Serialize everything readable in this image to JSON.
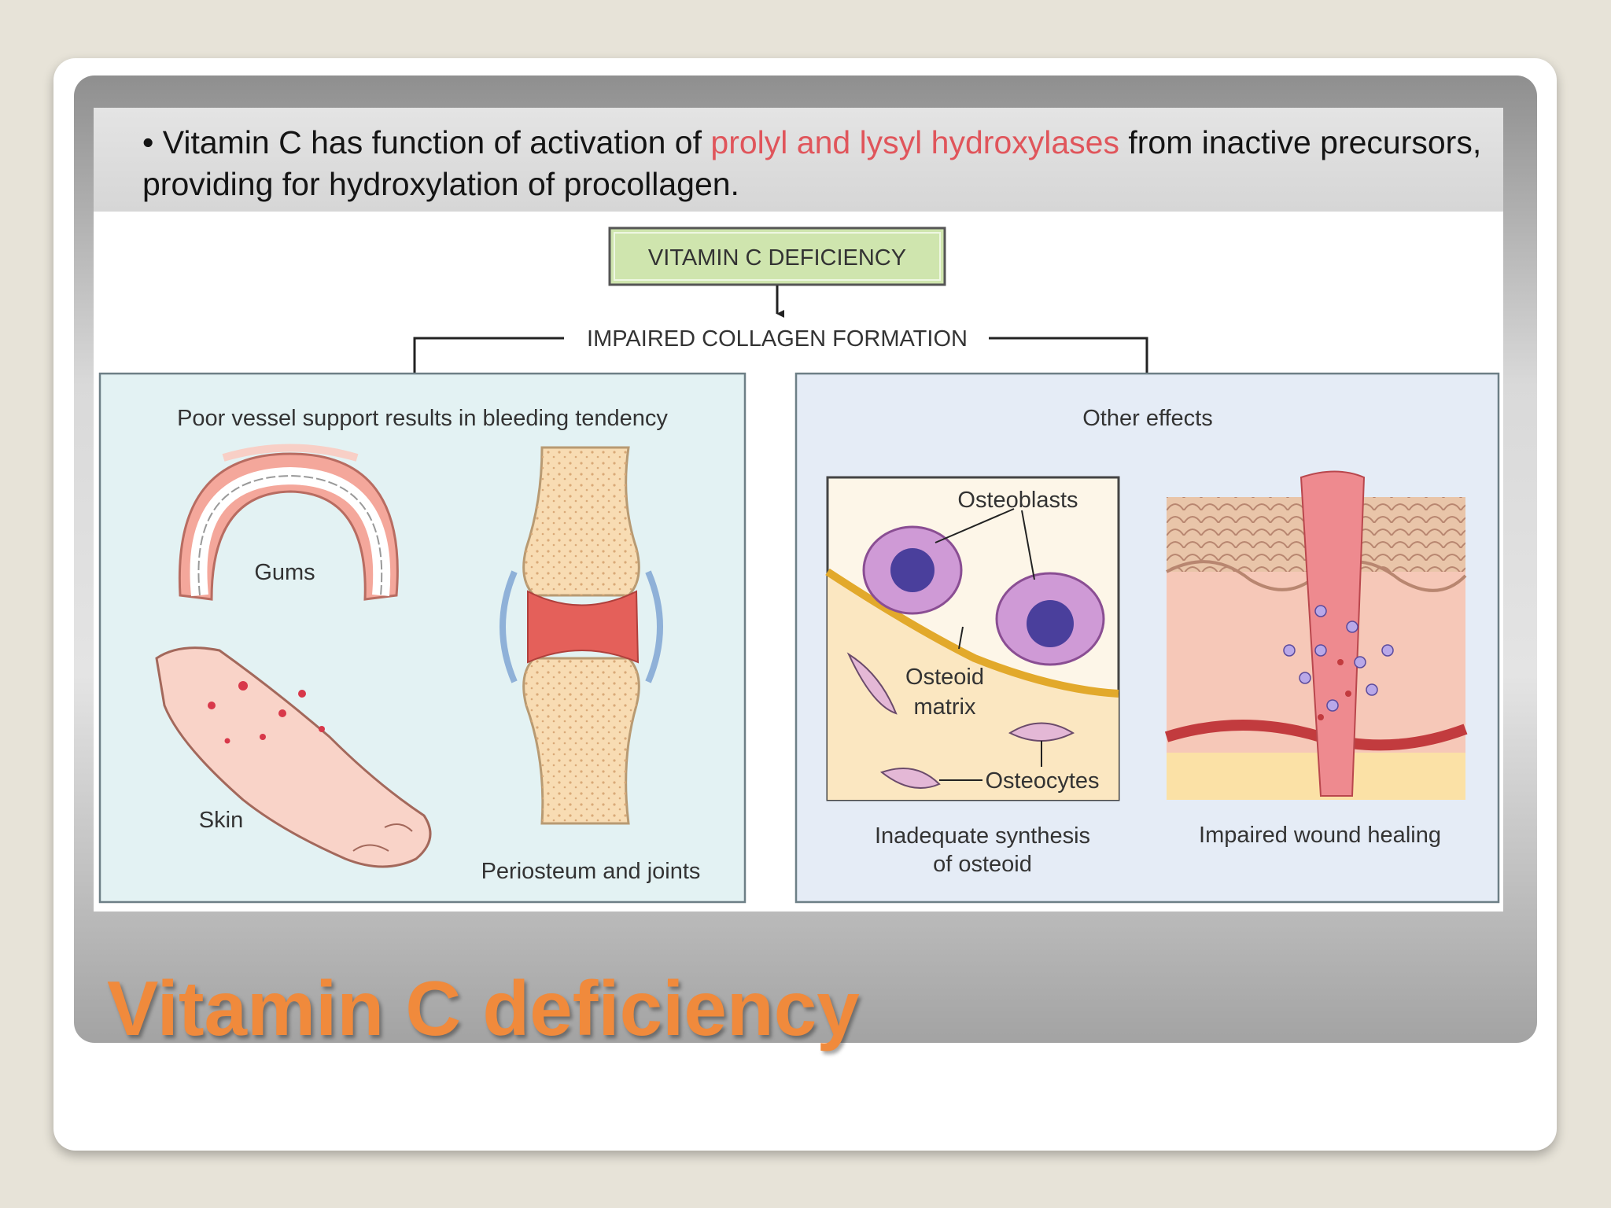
{
  "header": {
    "bullet_mark": "•",
    "text_before": "Vitamin C has function of activation of",
    "highlight": "prolyl and lysyl hydroxylases",
    "text_after": "from inactive precursors, providing for hydroxylation of procollagen."
  },
  "diagram": {
    "top_box": "VITAMIN C DEFICIENCY",
    "middle": "IMPAIRED COLLAGEN FORMATION",
    "left_panel": {
      "title": "Poor vessel support results in bleeding tendency",
      "labels": {
        "gums": "Gums",
        "skin": "Skin",
        "joints": "Periosteum and joints"
      }
    },
    "right_panel": {
      "title": "Other effects",
      "labels": {
        "osteoblasts": "Osteoblasts",
        "osteoid_1": "Osteoid",
        "osteoid_2": "matrix",
        "osteocytes": "Osteocytes",
        "osteoid_caption_1": "Inadequate synthesis",
        "osteoid_caption_2": "of osteoid",
        "wound": "Impaired wound healing"
      }
    }
  },
  "slide_title": "Vitamin C deficiency",
  "colors": {
    "title": "#f08a3c",
    "highlight": "#e0555b",
    "left_panel_bg": "#e3f2f3",
    "right_panel_bg": "#e5ecf6",
    "top_box_bg": "#cfe5ae"
  }
}
